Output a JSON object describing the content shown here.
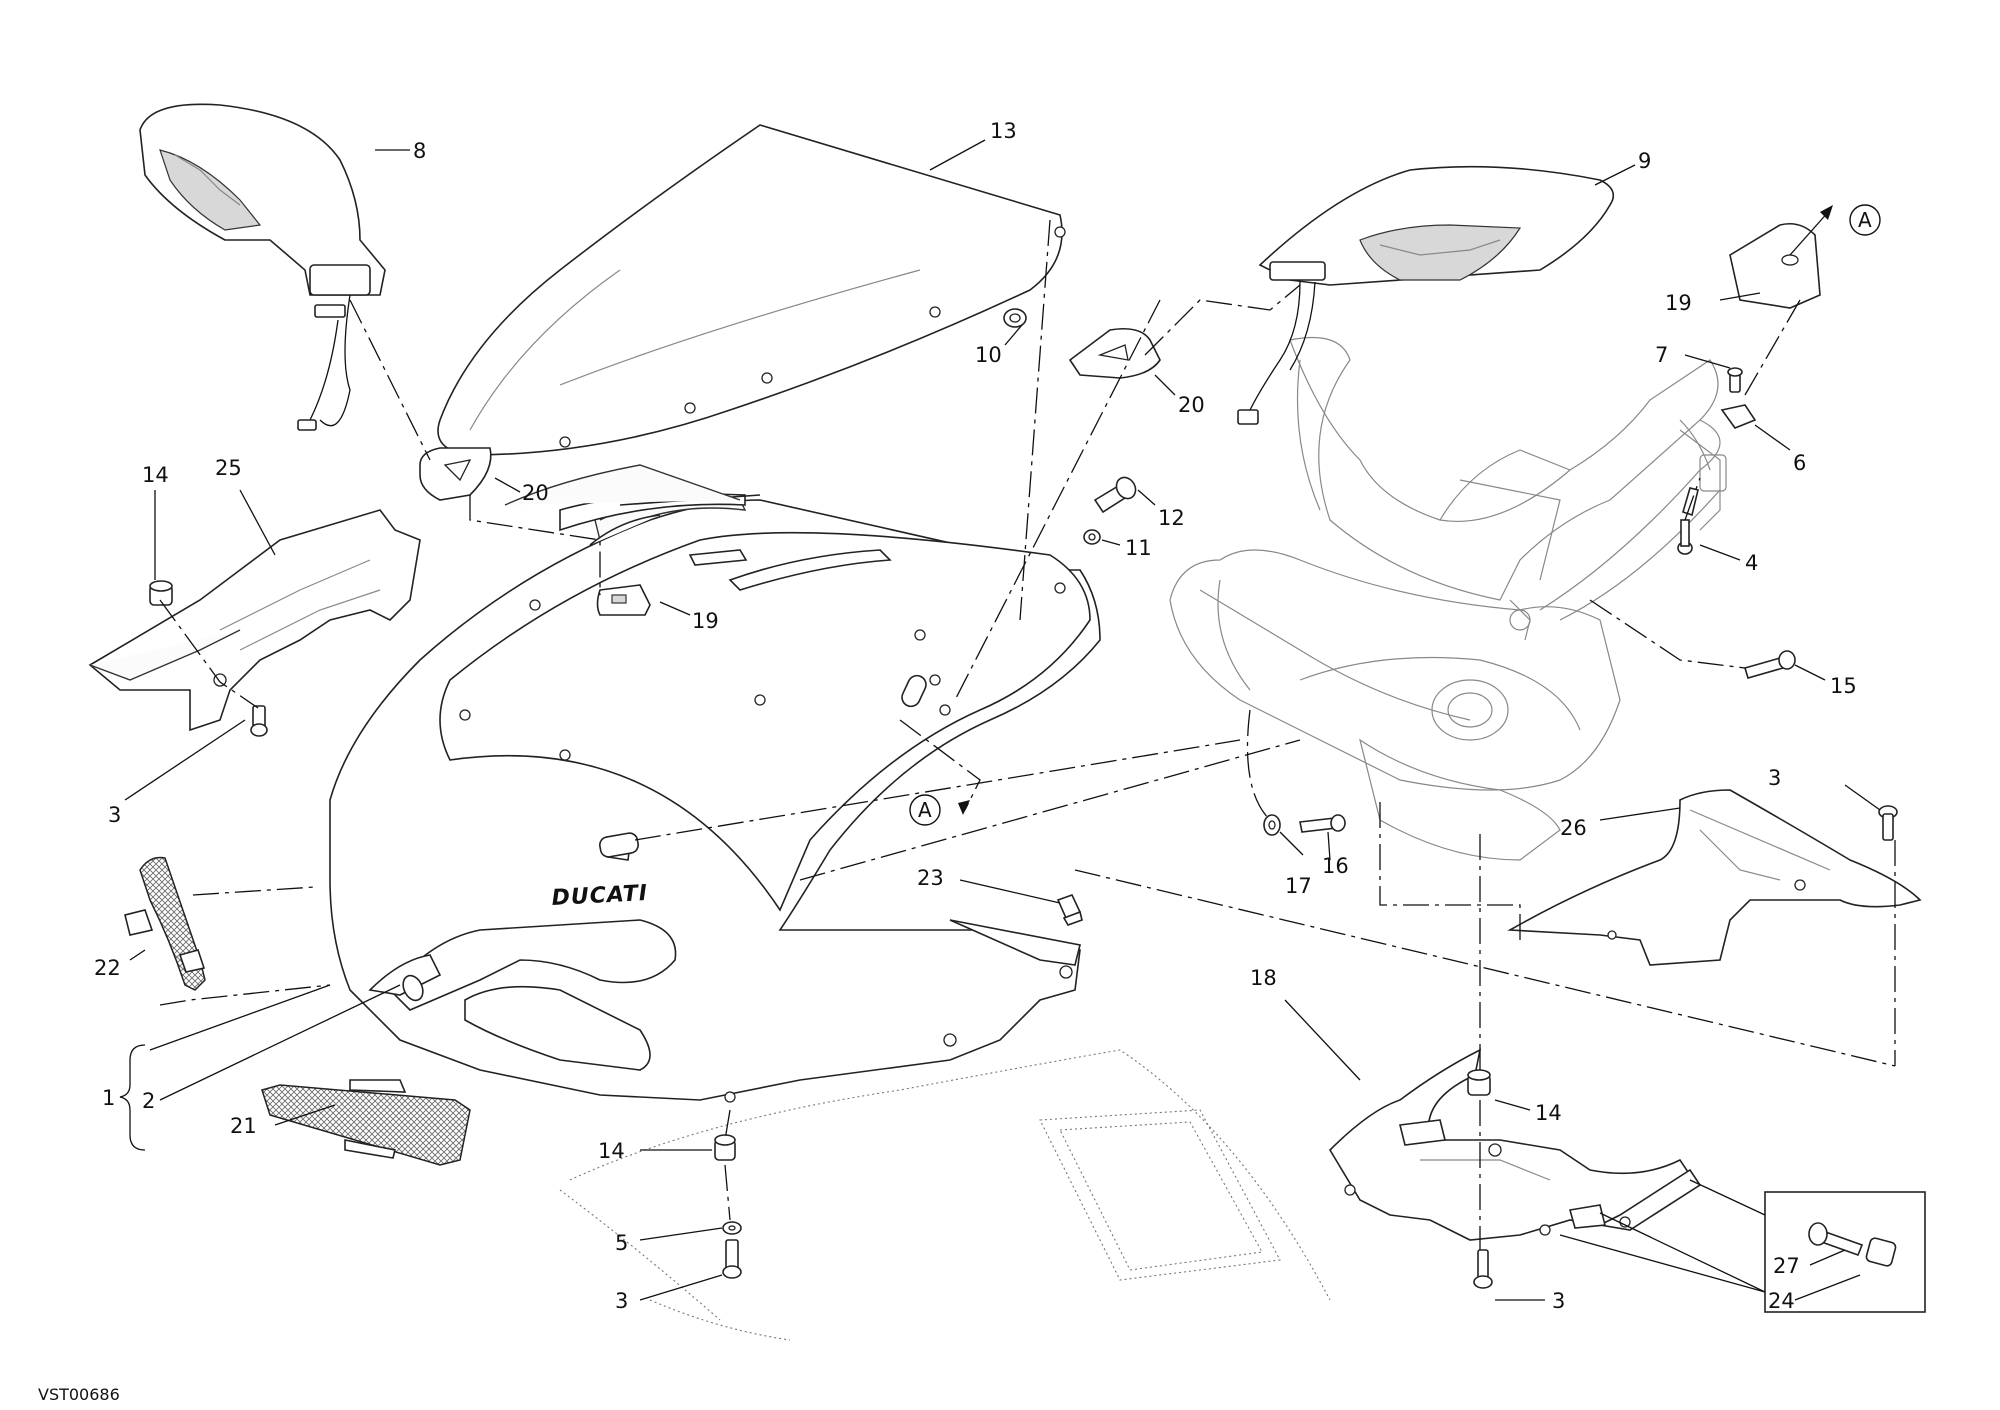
{
  "drawing_code": "VST00686",
  "brand_mark": "DUCATI",
  "ref_marker": "A",
  "callouts": {
    "c1": "1",
    "c2": "2",
    "c3a": "3",
    "c3b": "3",
    "c3c": "3",
    "c3d": "3",
    "c4": "4",
    "c5": "5",
    "c6": "6",
    "c7": "7",
    "c8": "8",
    "c9": "9",
    "c10": "10",
    "c11": "11",
    "c12": "12",
    "c13": "13",
    "c14a": "14",
    "c14b": "14",
    "c14c": "14",
    "c15": "15",
    "c16": "16",
    "c17": "17",
    "c18": "18",
    "c19a": "19",
    "c19b": "19",
    "c20a": "20",
    "c20b": "20",
    "c21": "21",
    "c22": "22",
    "c23": "23",
    "c24": "24",
    "c25": "25",
    "c26": "26",
    "c27": "27"
  }
}
